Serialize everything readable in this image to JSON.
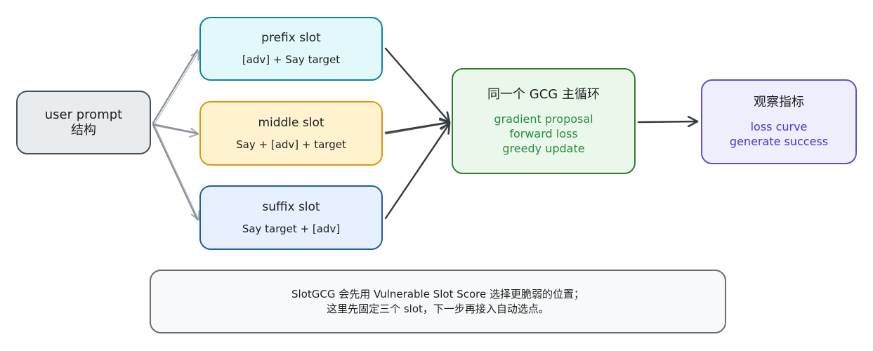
{
  "nodes": {
    "user_prompt": {
      "title": "user prompt",
      "subtitle": "结构"
    },
    "prefix_slot": {
      "title": "prefix slot",
      "detail": "[adv] + Say target"
    },
    "middle_slot": {
      "title": "middle slot",
      "detail": "Say + [adv] + target"
    },
    "suffix_slot": {
      "title": "suffix slot",
      "detail": "Say target + [adv]"
    },
    "gcg_loop": {
      "title": "同一个 GCG 主循环",
      "steps": [
        "gradient proposal",
        "forward loss",
        "greedy update"
      ]
    },
    "metrics": {
      "title": "观察指标",
      "items": [
        "loss curve",
        "generate success"
      ]
    }
  },
  "note": {
    "lines": [
      "SlotGCG 会先用 Vulnerable Slot Score 选择更脆弱的位置；",
      "这里先固定三个 slot，下一步再接入自动选点。"
    ]
  },
  "colors": {
    "arrow_gray": "#868e96",
    "arrow_dark": "#343a40",
    "user_prompt_fill": "#e9ecef",
    "prefix_fill": "#e3f8fa",
    "middle_fill": "#fff3cf",
    "suffix_fill": "#e7f0ff",
    "gcg_fill": "#eaf8ec",
    "metrics_fill": "#efeefd",
    "gcg_text": "#2b8a3e",
    "metrics_text": "#4838c8"
  },
  "edges": [
    {
      "from": "user_prompt",
      "to": "prefix_slot"
    },
    {
      "from": "user_prompt",
      "to": "middle_slot"
    },
    {
      "from": "user_prompt",
      "to": "suffix_slot"
    },
    {
      "from": "prefix_slot",
      "to": "gcg_loop"
    },
    {
      "from": "middle_slot",
      "to": "gcg_loop"
    },
    {
      "from": "suffix_slot",
      "to": "gcg_loop"
    },
    {
      "from": "gcg_loop",
      "to": "metrics"
    }
  ]
}
